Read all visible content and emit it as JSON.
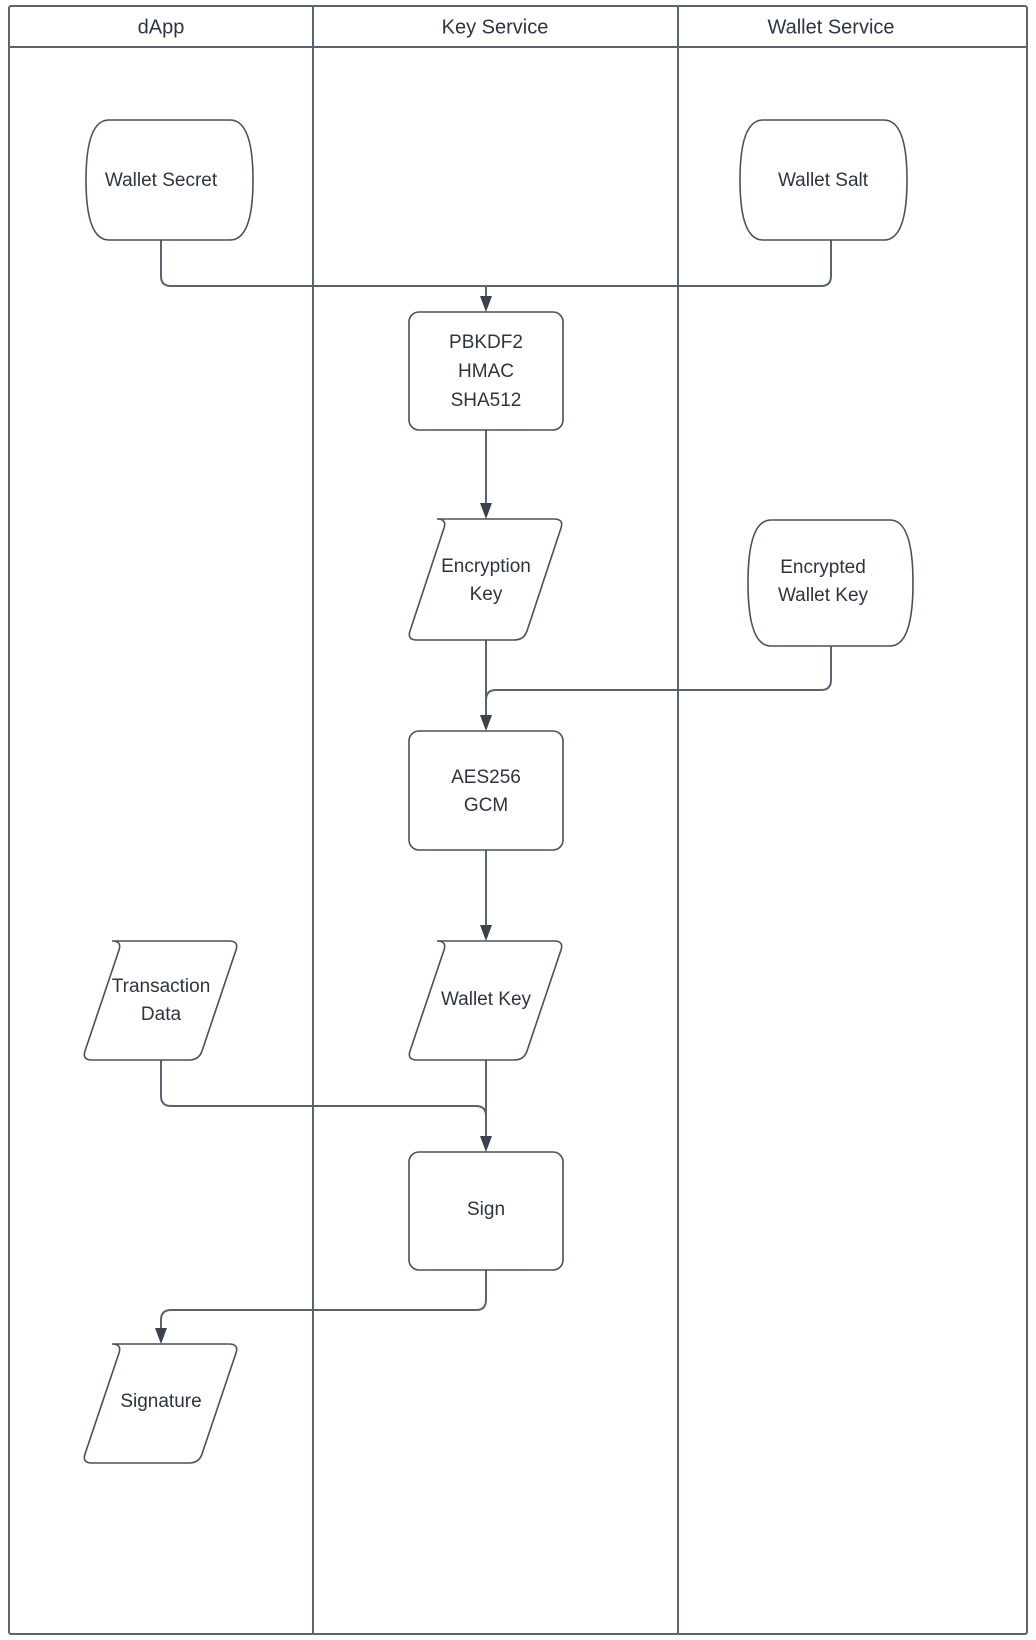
{
  "diagram": {
    "title": "Wallet Key Derivation and Signing Flow",
    "type": "swimlane-flowchart",
    "colors": {
      "background": "#ffffff",
      "lane_border": "#5c6370",
      "node_border": "#48505c",
      "node_fill": "#ffffff",
      "text": "#2e3440",
      "edge": "#5c6370",
      "arrow_head": "#3b424e"
    },
    "lanes": [
      {
        "id": "dapp",
        "label": "dApp"
      },
      {
        "id": "key-service",
        "label": "Key Service"
      },
      {
        "id": "wallet-service",
        "label": "Wallet Service"
      }
    ],
    "nodes": [
      {
        "id": "wallet-secret",
        "lane": "dapp",
        "shape": "tape",
        "label_lines": [
          "Wallet Secret"
        ]
      },
      {
        "id": "wallet-salt",
        "lane": "wallet-service",
        "shape": "tape",
        "label_lines": [
          "Wallet Salt"
        ]
      },
      {
        "id": "pbkdf2",
        "lane": "key-service",
        "shape": "rounded-rect",
        "label_lines": [
          "PBKDF2",
          "HMAC",
          "SHA512"
        ]
      },
      {
        "id": "encryption-key",
        "lane": "key-service",
        "shape": "parallelogram",
        "label_lines": [
          "Encryption",
          "Key"
        ]
      },
      {
        "id": "encrypted-wallet-key",
        "lane": "wallet-service",
        "shape": "tape",
        "label_lines": [
          "Encrypted",
          "Wallet Key"
        ]
      },
      {
        "id": "aes256-gcm",
        "lane": "key-service",
        "shape": "rounded-rect",
        "label_lines": [
          "AES256",
          "GCM"
        ]
      },
      {
        "id": "transaction-data",
        "lane": "dapp",
        "shape": "parallelogram",
        "label_lines": [
          "Transaction",
          "Data"
        ]
      },
      {
        "id": "wallet-key",
        "lane": "key-service",
        "shape": "parallelogram",
        "label_lines": [
          "Wallet Key"
        ]
      },
      {
        "id": "sign",
        "lane": "key-service",
        "shape": "rounded-rect",
        "label_lines": [
          "Sign"
        ]
      },
      {
        "id": "signature",
        "lane": "dapp",
        "shape": "parallelogram",
        "label_lines": [
          "Signature"
        ]
      }
    ],
    "edges": [
      {
        "from": "wallet-secret",
        "to": "pbkdf2",
        "arrow": true
      },
      {
        "from": "wallet-salt",
        "to": "pbkdf2",
        "arrow": true
      },
      {
        "from": "pbkdf2",
        "to": "encryption-key",
        "arrow": true
      },
      {
        "from": "encryption-key",
        "to": "aes256-gcm",
        "arrow": true
      },
      {
        "from": "encrypted-wallet-key",
        "to": "aes256-gcm",
        "arrow": true
      },
      {
        "from": "aes256-gcm",
        "to": "wallet-key",
        "arrow": true
      },
      {
        "from": "wallet-key",
        "to": "sign",
        "arrow": true
      },
      {
        "from": "transaction-data",
        "to": "sign",
        "arrow": true
      },
      {
        "from": "sign",
        "to": "signature",
        "arrow": true
      }
    ]
  },
  "labels": {
    "lane_dapp": "dApp",
    "lane_key_service": "Key Service",
    "lane_wallet_service": "Wallet Service",
    "wallet_secret": "Wallet Secret",
    "wallet_salt": "Wallet Salt",
    "pbkdf2_l1": "PBKDF2",
    "pbkdf2_l2": "HMAC",
    "pbkdf2_l3": "SHA512",
    "encryption_key_l1": "Encryption",
    "encryption_key_l2": "Key",
    "encrypted_wallet_key_l1": "Encrypted",
    "encrypted_wallet_key_l2": "Wallet Key",
    "aes_l1": "AES256",
    "aes_l2": "GCM",
    "transaction_data_l1": "Transaction",
    "transaction_data_l2": "Data",
    "wallet_key": "Wallet Key",
    "sign": "Sign",
    "signature": "Signature"
  }
}
